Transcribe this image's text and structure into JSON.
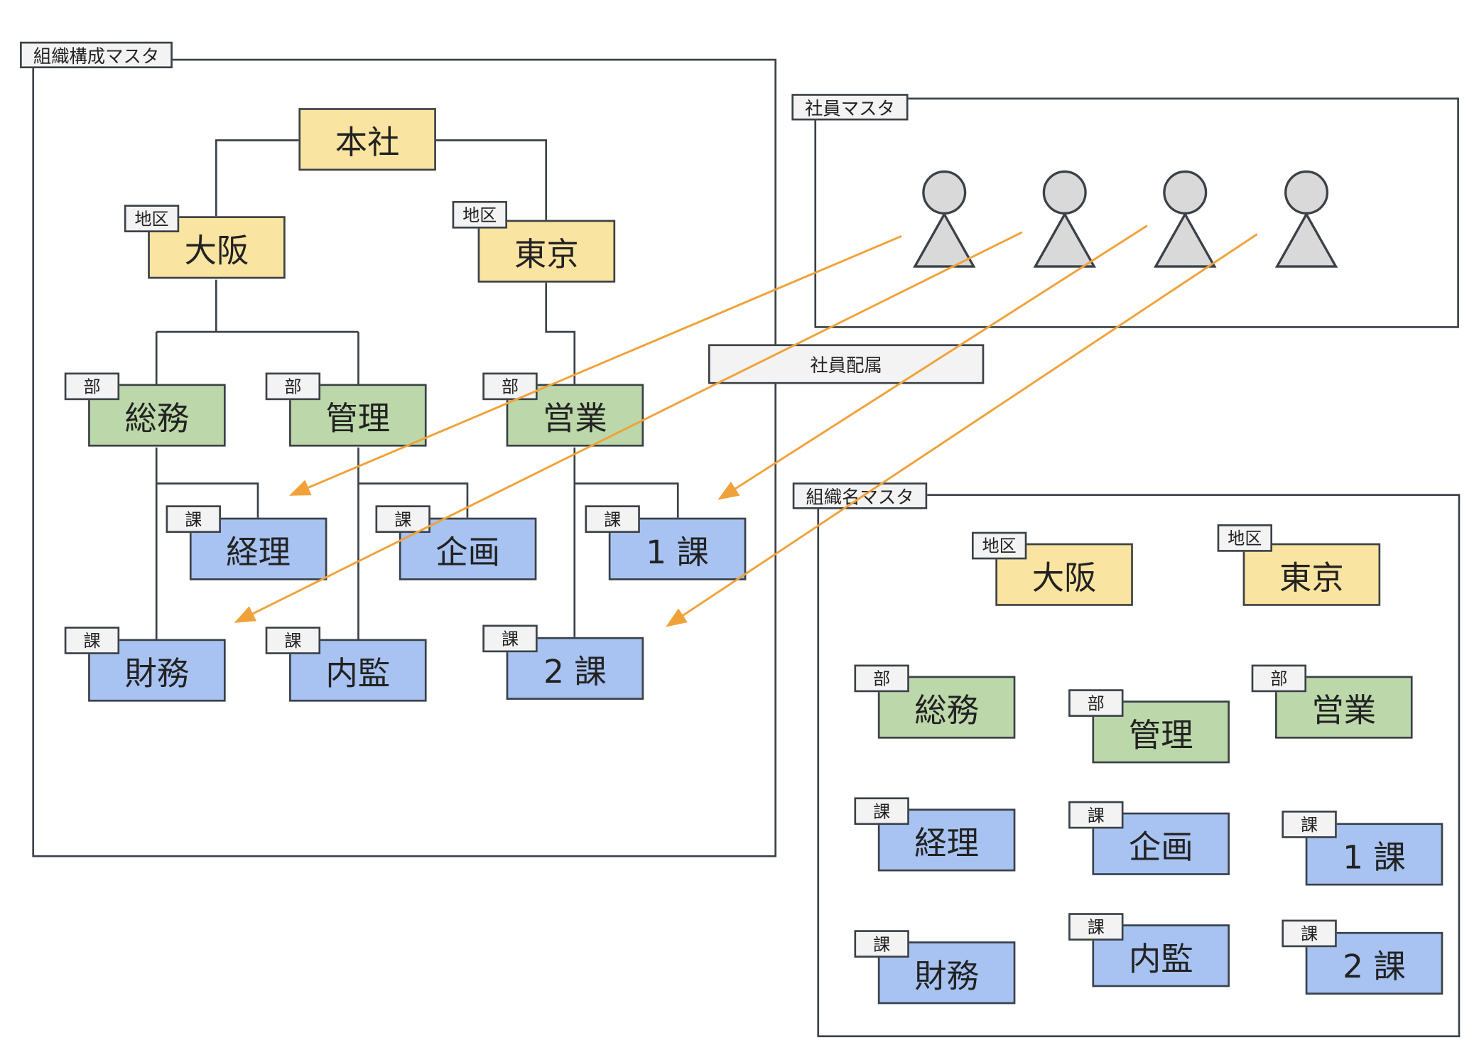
{
  "org_structure_master": {
    "title": "組織構成マスタ",
    "head_office": "本社",
    "regions": [
      {
        "tag": "地区",
        "label": "大阪"
      },
      {
        "tag": "地区",
        "label": "東京"
      }
    ],
    "departments": [
      {
        "tag": "部",
        "label": "総務"
      },
      {
        "tag": "部",
        "label": "管理"
      },
      {
        "tag": "部",
        "label": "営業"
      }
    ],
    "sections": [
      {
        "tag": "課",
        "label": "経理"
      },
      {
        "tag": "課",
        "label": "企画"
      },
      {
        "tag": "課",
        "label": "1 課"
      },
      {
        "tag": "課",
        "label": "財務"
      },
      {
        "tag": "課",
        "label": "内監"
      },
      {
        "tag": "課",
        "label": "2 課"
      }
    ]
  },
  "employee_master": {
    "title": "社員マスタ",
    "employees": [
      "person-icon",
      "person-icon",
      "person-icon",
      "person-icon"
    ]
  },
  "employee_assignment": {
    "label": "社員配属",
    "arrow_color": "#f0a23a"
  },
  "org_name_master": {
    "title": "組織名マスタ",
    "items": [
      {
        "tag": "地区",
        "label": "大阪"
      },
      {
        "tag": "地区",
        "label": "東京"
      },
      {
        "tag": "部",
        "label": "総務"
      },
      {
        "tag": "部",
        "label": "管理"
      },
      {
        "tag": "部",
        "label": "営業"
      },
      {
        "tag": "課",
        "label": "経理"
      },
      {
        "tag": "課",
        "label": "企画"
      },
      {
        "tag": "課",
        "label": "1 課"
      },
      {
        "tag": "課",
        "label": "財務"
      },
      {
        "tag": "課",
        "label": "内監"
      },
      {
        "tag": "課",
        "label": "2 課"
      }
    ]
  },
  "colors": {
    "region": "#fae4a1",
    "department": "#bcd8aa",
    "section": "#a8c3f1",
    "label_bg": "#f3f3f3",
    "border": "#3b4148",
    "person_fill": "#d9d9d9"
  }
}
